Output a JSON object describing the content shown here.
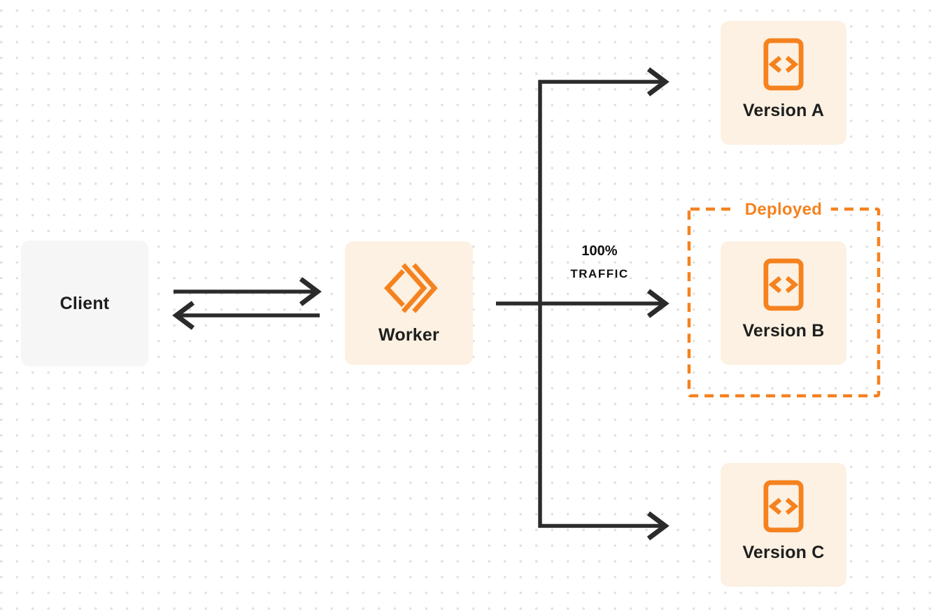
{
  "colors": {
    "accent": "#f5821f",
    "box_cream": "#fcf1e2",
    "box_gray": "#f6f6f7",
    "wire": "#2b2b2b",
    "text": "#1e1e1e",
    "dot": "#e0e0e0",
    "bg": "#ffffff"
  },
  "nodes": {
    "client": {
      "label": "Client"
    },
    "worker": {
      "label": "Worker",
      "icon": "cloudflare-workers-logo-icon"
    },
    "version_a": {
      "label": "Version A",
      "icon": "code-file-icon"
    },
    "version_b": {
      "label": "Version B",
      "icon": "code-file-icon"
    },
    "version_c": {
      "label": "Version C",
      "icon": "code-file-icon"
    }
  },
  "labels": {
    "deployed": "Deployed",
    "traffic_percent": "100%",
    "traffic_word": "TRAFFIC"
  },
  "connectors": {
    "client_worker": "bidirectional-arrows",
    "worker_versions": "fan-out-arrows",
    "traffic_target": "Version B"
  }
}
